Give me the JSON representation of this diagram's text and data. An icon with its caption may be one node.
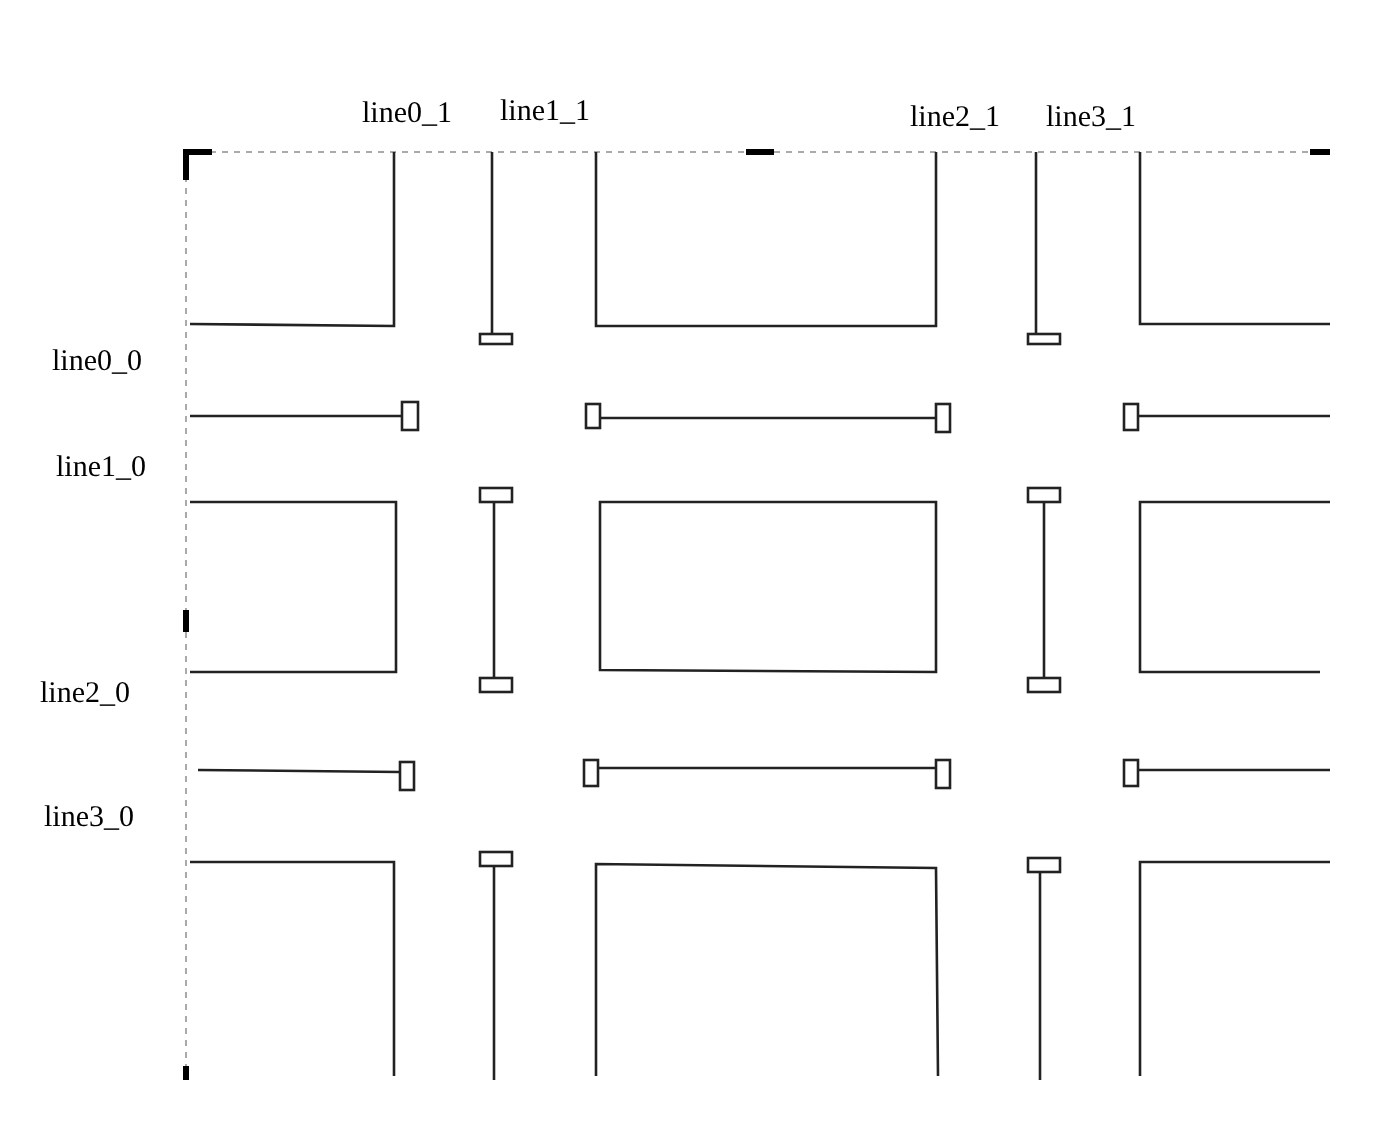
{
  "diagram": {
    "labels": [
      "line0_1",
      "line1_1",
      "line2_1",
      "line3_1",
      "line0_0",
      "line1_0",
      "line2_0",
      "line3_0"
    ]
  }
}
